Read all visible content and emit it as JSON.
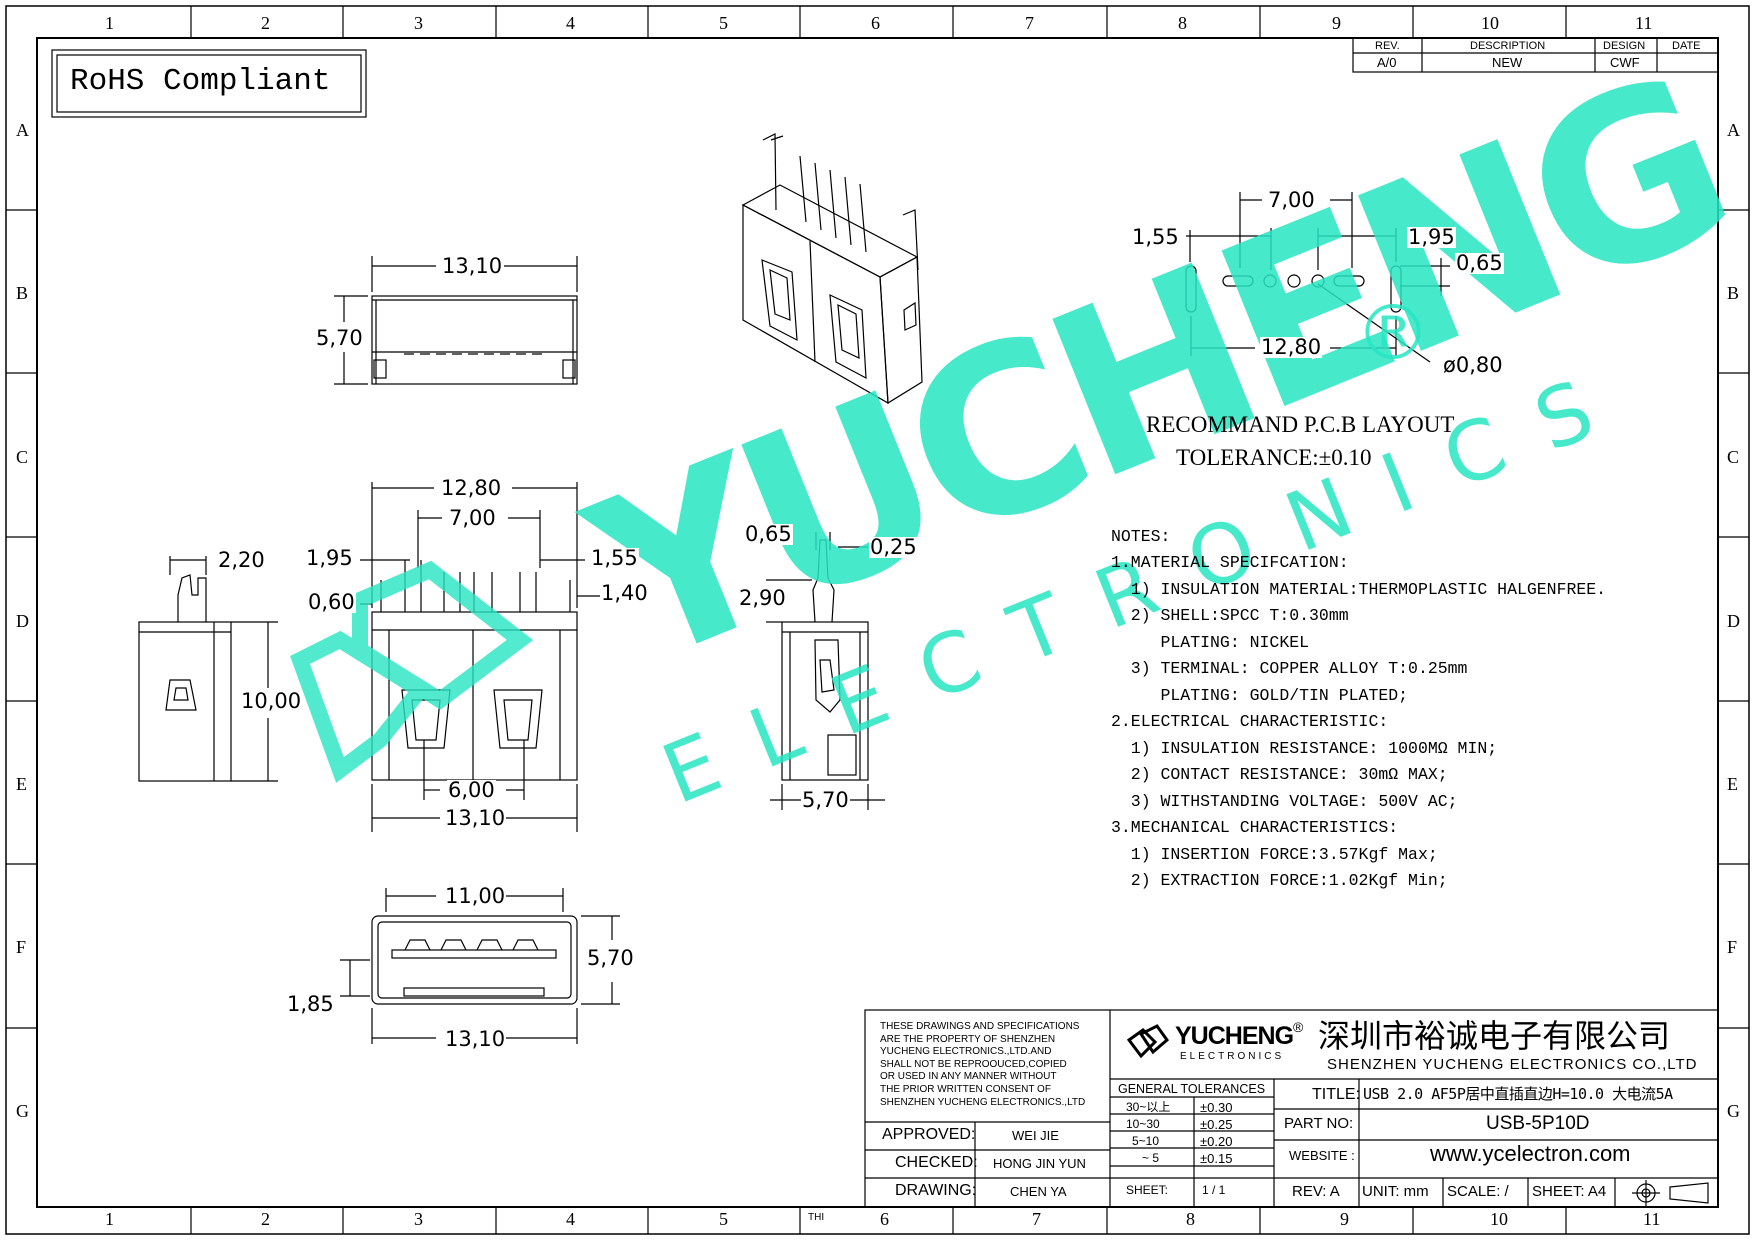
{
  "zones": {
    "columns": [
      "1",
      "2",
      "3",
      "4",
      "5",
      "6",
      "7",
      "8",
      "9",
      "10",
      "11"
    ],
    "rows": [
      "A",
      "B",
      "C",
      "D",
      "E",
      "F",
      "G"
    ]
  },
  "rohs": "RoHS Compliant",
  "revision_table": {
    "headers": [
      "REV.",
      "DESCRIPTION",
      "DESIGN",
      "DATE"
    ],
    "row": [
      "A/0",
      "NEW",
      "CWF",
      ""
    ]
  },
  "watermark": {
    "brand": "YUCHENG",
    "sub": "ELECTRONICS",
    "mark": "®",
    "color": "#27e6c3"
  },
  "dimensions": {
    "top_view": {
      "width": "13,10",
      "height": "5,70"
    },
    "front_view": {
      "overall": "12,80",
      "pitch": "7,00",
      "left_offset": "1,95",
      "right_offset": "1,55",
      "tab": "0,60",
      "right_tab": "1,40",
      "height": "10,00",
      "inner": "6,00",
      "width": "13,10"
    },
    "side_view": {
      "tab": "2,20"
    },
    "right_view": {
      "pin": "0,65",
      "thickness": "0,25",
      "height": "2,90",
      "width": "5,70"
    },
    "bottom_view": {
      "inner": "11,00",
      "height": "5,70",
      "offset": "1,85",
      "width": "13,10"
    },
    "pcb": {
      "pitch": "7,00",
      "left": "1,55",
      "right": "1,95",
      "slot": "0,65",
      "span": "12,80",
      "hole": "ø0,80"
    }
  },
  "pcb_caption": {
    "line1": "RECOMMAND P.C.B LAYOUT",
    "line2": "TOLERANCE:±0.10"
  },
  "notes": {
    "title": "NOTES:",
    "lines": [
      "1.MATERIAL SPECIFCATION:",
      "  1) INSULATION MATERIAL:THERMOPLASTIC HALGENFREE.",
      "  2) SHELL:SPCC T:0.30mm",
      "     PLATING: NICKEL",
      "  3) TERMINAL: COPPER ALLOY T:0.25mm",
      "     PLATING: GOLD/TIN PLATED;",
      "2.ELECTRICAL CHARACTERISTIC:",
      "  1) INSULATION RESISTANCE: 1000MΩ MIN;",
      "  2) CONTACT RESISTANCE: 30mΩ MAX;",
      "  3) WITHSTANDING VOLTAGE: 500V AC;",
      "3.MECHANICAL CHARACTERISTICS:",
      "  1) INSERTION FORCE:3.57Kgf Max;",
      "  2) EXTRACTION FORCE:1.02Kgf Min;"
    ]
  },
  "title_block": {
    "disclaimer": [
      "THESE DRAWINGS AND SPECIFICATIONS",
      "ARE THE PROPERTY OF SHENZHEN",
      "YUCHENG ELECTRONICS.,LTD.AND",
      "SHALL NOT BE REPROOUCED,COPIED",
      "OR USED IN ANY MANNER WITHOUT",
      "THE PRIOR WRITTEN CONSENT OF",
      "SHENZHEN YUCHENG ELECTRONICS.,LTD"
    ],
    "logo": "YUCHENG",
    "logo_sub": "ELECTRONICS",
    "company_cn": "深圳市裕诚电子有限公司",
    "company_en": "SHENZHEN YUCHENG ELECTRONICS CO.,LTD",
    "approved_label": "APPROVED:",
    "approved": "WEI JIE",
    "checked_label": "CHECKED:",
    "checked": "HONG JIN YUN",
    "drawing_label": "DRAWING:",
    "drawing": "CHEN YA",
    "tolerances_title": "GENERAL TOLERANCES",
    "tolerances": [
      [
        "30~以上",
        "±0.30"
      ],
      [
        "10~30",
        "±0.25"
      ],
      [
        "5~10",
        "±0.20"
      ],
      [
        "~ 5",
        "±0.15"
      ]
    ],
    "sheet_label": "SHEET:",
    "sheet": "1 / 1",
    "title_label": "TITLE:",
    "title": "USB 2.0 AF5P居中直插直边H=10.0 大电流5A",
    "part_label": "PART NO:",
    "part": "USB-5P10D",
    "website_label": "WEBSITE :",
    "website": "www.ycelectron.com",
    "rev": "REV: A",
    "unit": "UNIT: mm",
    "scale": "SCALE: /",
    "sheet_size": "SHEET: A4",
    "thi": "THI"
  }
}
